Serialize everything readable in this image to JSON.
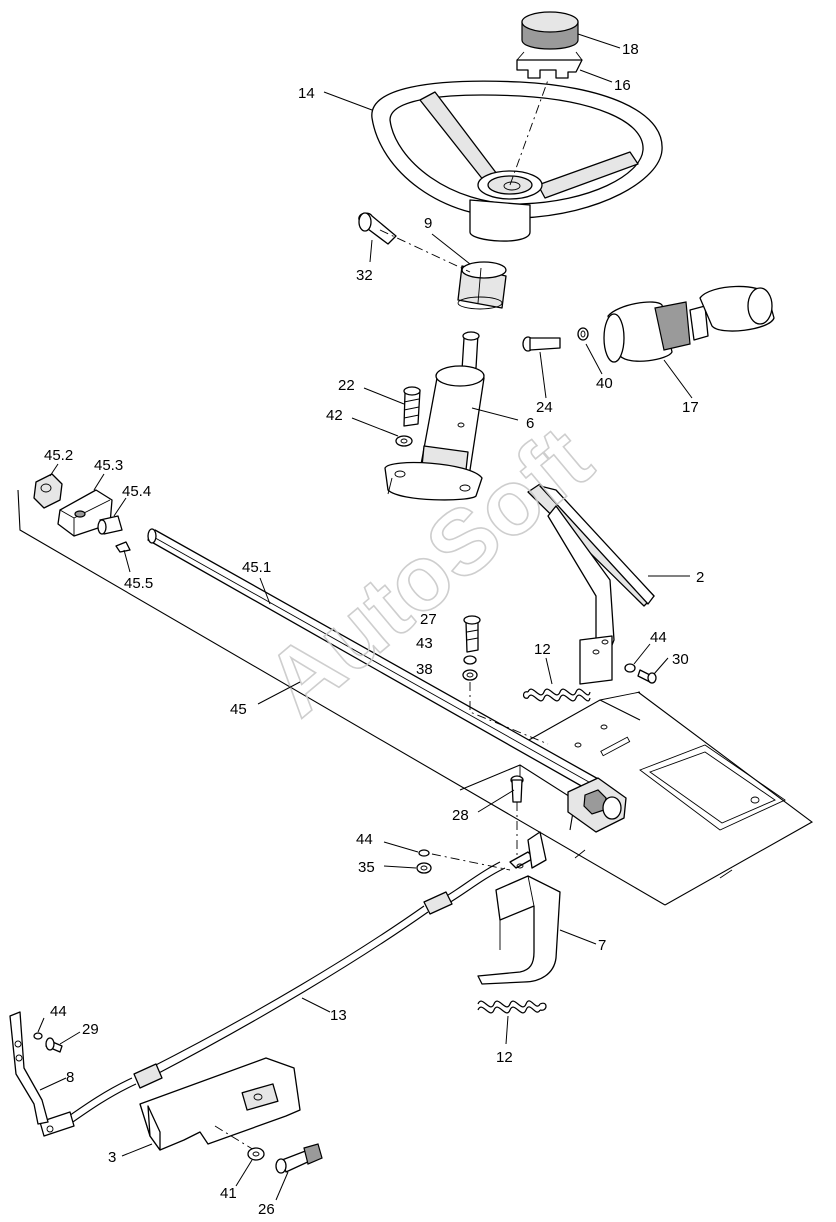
{
  "watermark": "AutoSoft",
  "callouts": {
    "c18": "18",
    "c16": "16",
    "c14": "14",
    "c9": "9",
    "c32": "32",
    "c22": "22",
    "c42": "42",
    "c6": "6",
    "c24": "24",
    "c40": "40",
    "c17": "17",
    "c45_2": "45.2",
    "c45_3": "45.3",
    "c45_4": "45.4",
    "c45_5": "45.5",
    "c45_1": "45.1",
    "c45": "45",
    "c2": "2",
    "c27": "27",
    "c43": "43",
    "c38": "38",
    "c12a": "12",
    "c44a": "44",
    "c30": "30",
    "c28": "28",
    "c44b": "44",
    "c35": "35",
    "c7": "7",
    "c13": "13",
    "c12b": "12",
    "c44c": "44",
    "c29": "29",
    "c8": "8",
    "c3": "3",
    "c41": "41",
    "c26": "26"
  }
}
